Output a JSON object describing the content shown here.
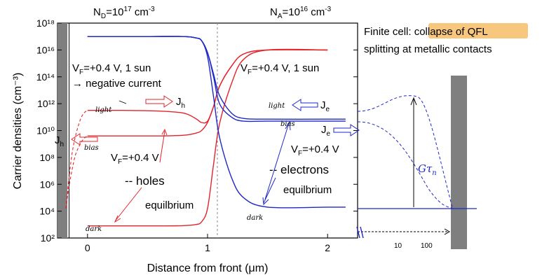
{
  "chart_data": {
    "type": "line",
    "ylabel": "Carrier densities (cm⁻³)",
    "xlabel": "Distance from front (μm)",
    "yscale": "log",
    "ylim_exp": [
      2,
      18
    ],
    "xlim": [
      -0.25,
      2.25
    ],
    "y_ticks": [
      {
        "exp": 2,
        "label": "10²"
      },
      {
        "exp": 4,
        "label": "10⁴"
      },
      {
        "exp": 6,
        "label": "10⁶"
      },
      {
        "exp": 8,
        "label": "10⁸"
      },
      {
        "exp": 10,
        "label": "10¹⁰"
      },
      {
        "exp": 12,
        "label": "10¹²"
      },
      {
        "exp": 14,
        "label": "10¹⁴"
      },
      {
        "exp": 16,
        "label": "10¹⁶"
      },
      {
        "exp": 18,
        "label": "10¹⁸"
      }
    ],
    "x_ticks": [
      {
        "x": 0,
        "label": "0"
      },
      {
        "x": 1,
        "label": "1"
      },
      {
        "x": 2,
        "label": "2"
      }
    ],
    "extended_axis_ticks": [
      "10",
      "100"
    ],
    "junction_x": 1.1,
    "series": [
      {
        "color": "#e3242b",
        "style": "solid",
        "x": [
          0,
          0.3,
          0.6,
          0.8,
          0.9,
          0.95,
          1.0,
          1.05,
          1.1,
          1.2,
          1.3,
          1.5,
          2.0
        ],
        "y": [
          2.9,
          2.9,
          2.9,
          2.92,
          3.0,
          3.2,
          4.2,
          7.5,
          10.5,
          13.5,
          15.3,
          16,
          16
        ]
      },
      {
        "color": "#e3242b",
        "style": "solid",
        "x": [
          0,
          0.3,
          0.6,
          0.8,
          0.9,
          0.95,
          1.0,
          1.05,
          1.1,
          1.2,
          1.3,
          1.5,
          2.0
        ],
        "y": [
          9.6,
          9.6,
          9.6,
          9.65,
          9.8,
          10.0,
          10.6,
          11.8,
          13.3,
          14.8,
          15.7,
          16,
          16
        ]
      },
      {
        "color": "#e3242b",
        "style": "solid",
        "x": [
          0,
          0.3,
          0.6,
          0.8,
          0.9,
          0.95,
          1.0,
          1.05,
          1.1,
          1.2,
          1.3,
          1.5,
          2.0
        ],
        "y": [
          11.5,
          11.5,
          11.45,
          11.3,
          10.9,
          10.6,
          10.7,
          11.8,
          13.3,
          14.8,
          15.7,
          16,
          16
        ]
      },
      {
        "color": "#e3242b",
        "style": "dashed",
        "x": [
          -0.18,
          -0.16,
          -0.13,
          -0.1,
          -0.06,
          -0.03,
          0
        ],
        "y": [
          4.2,
          6.0,
          8.2,
          9.6,
          10.8,
          11.3,
          11.5
        ]
      },
      {
        "color": "#e3242b",
        "style": "dashed",
        "x": [
          -0.18,
          -0.16,
          -0.13,
          -0.1,
          -0.06,
          -0.03,
          0
        ],
        "y": [
          4.2,
          5.5,
          7.0,
          8.2,
          9.0,
          9.4,
          9.6
        ]
      },
      {
        "color": "#1e28c8",
        "style": "solid",
        "x": [
          0,
          0.5,
          0.8,
          0.9,
          0.95,
          1.0,
          1.05,
          1.1,
          1.2,
          1.3,
          1.5,
          2.0,
          2.15
        ],
        "y": [
          17,
          17,
          17,
          16.9,
          16.7,
          15.5,
          12.5,
          9.5,
          6.5,
          5.0,
          4.3,
          4.3,
          4.3
        ]
      },
      {
        "color": "#1e28c8",
        "style": "solid",
        "x": [
          0,
          0.5,
          0.8,
          0.9,
          0.95,
          1.0,
          1.05,
          1.1,
          1.2,
          1.3,
          1.5,
          2.0,
          2.15
        ],
        "y": [
          17,
          17,
          17,
          16.9,
          16.7,
          15.8,
          14.0,
          12.0,
          11.0,
          10.7,
          10.7,
          10.7,
          10.7
        ]
      },
      {
        "color": "#1e28c8",
        "style": "solid",
        "x": [
          0,
          0.5,
          0.8,
          0.9,
          0.95,
          1.0,
          1.05,
          1.1,
          1.2,
          1.3,
          1.5,
          2.0,
          2.15
        ],
        "y": [
          17,
          17,
          17,
          16.9,
          16.7,
          15.8,
          14.2,
          12.6,
          11.3,
          10.9,
          10.85,
          10.85,
          10.85
        ]
      }
    ]
  },
  "labels": {
    "top_left": "N",
    "top_left_sub": "D",
    "top_left_rest": "=10",
    "top_left_sup": "17",
    "top_left_unit": " cm",
    "top_left_unit_sup": "-3",
    "top_right": "N",
    "top_right_sub": "A",
    "top_right_rest": "=10",
    "top_right_sup": "16",
    "top_right_unit": " cm",
    "top_right_unit_sup": "-3",
    "finite_prefix": "Finite cell: ",
    "finite_highlight": "collapse of QFL",
    "finite_line2": "splitting at metallic contacts",
    "vf_left_pre": "V",
    "vf_sub": "F",
    "vf_left_post": "=+0.4 V, 1 sun",
    "negative_current": "→ negative current",
    "vf_right_post": "=+0.4 V, 1 sun",
    "vf_mid_post": "=+0.4 V",
    "vf_right_mid_post": "=+0.4 V",
    "jh": "J",
    "jh_sub": "h",
    "je": "J",
    "je_sub": "e",
    "holes": "-- holes",
    "electrons": "-- electrons",
    "equilibrium": "equilbrium",
    "hand_light": "light",
    "hand_bias": "bias",
    "hand_dark": "dark",
    "gtau": "Gτ",
    "gtau_sub": "n"
  },
  "colors": {
    "red": "#e3242b",
    "blue": "#1e28c8",
    "gray": "#7f7f7f",
    "highlight": "#f7c77e"
  }
}
